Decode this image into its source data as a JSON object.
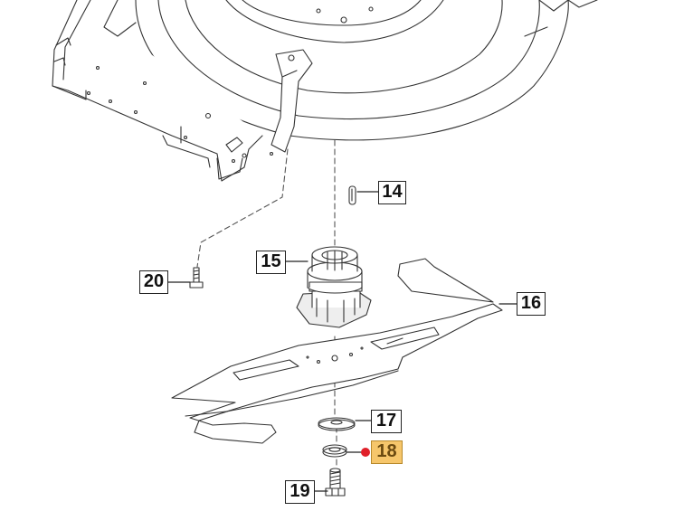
{
  "diagram": {
    "callouts": [
      {
        "id": "14",
        "label": "14",
        "part": "key-pin"
      },
      {
        "id": "15",
        "label": "15",
        "part": "blade-adapter"
      },
      {
        "id": "16",
        "label": "16",
        "part": "blade"
      },
      {
        "id": "17",
        "label": "17",
        "part": "large-washer"
      },
      {
        "id": "18",
        "label": "18",
        "part": "washer",
        "highlighted": true
      },
      {
        "id": "19",
        "label": "19",
        "part": "blade-bolt"
      },
      {
        "id": "20",
        "label": "20",
        "part": "screw"
      }
    ],
    "colors": {
      "line": "#333333",
      "highlight_fill": "#f6c66b",
      "highlight_marker": "#e0202a"
    }
  }
}
